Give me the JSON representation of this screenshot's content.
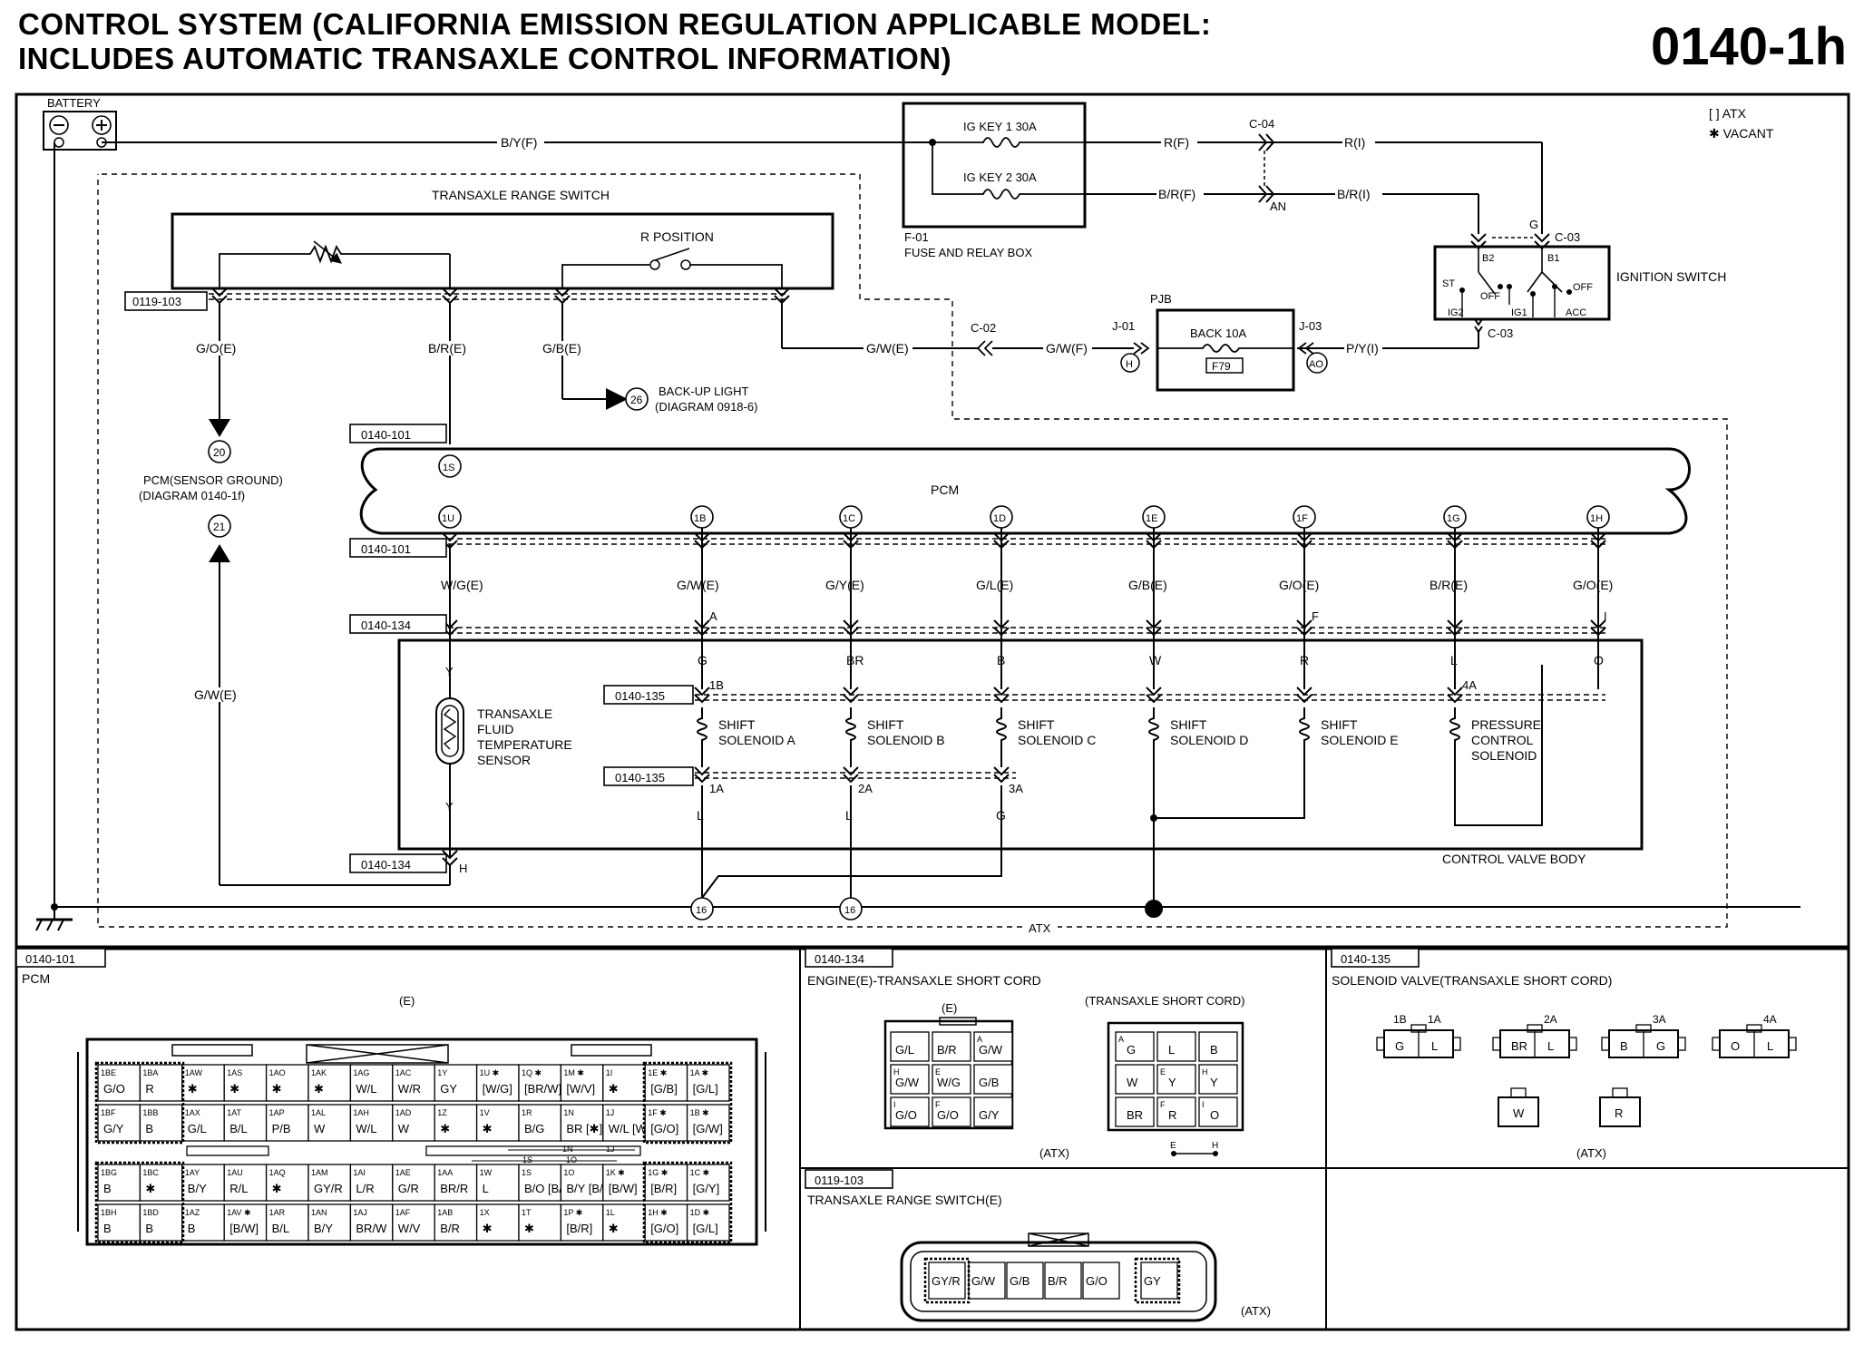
{
  "header": {
    "title_line1": "CONTROL SYSTEM (CALIFORNIA EMISSION REGULATION APPLICABLE MODEL:",
    "title_line2": "INCLUDES AUTOMATIC TRANSAXLE CONTROL INFORMATION)",
    "diagram_number": "0140-1h"
  },
  "legend": {
    "atx": "[ ] ATX",
    "vacant": "✱ VACANT"
  },
  "components": {
    "battery": "BATTERY",
    "tr_switch": "TRANSAXLE RANGE SWITCH",
    "r_position": "R POSITION",
    "ig_key1": "IG KEY 1 30A",
    "ig_key2": "IG KEY 2 30A",
    "fuse_box_id": "F-01",
    "fuse_box": "FUSE AND RELAY BOX",
    "pjb": "PJB",
    "back_fuse": "BACK 10A",
    "f79": "F79",
    "ignition_switch": "IGNITION SWITCH",
    "pcm": "PCM",
    "pcm_ground_1": "PCM(SENSOR GROUND)",
    "pcm_ground_2": "(DIAGRAM 0140-1f)",
    "backup_light_1": "BACK-UP LIGHT",
    "backup_light_2": "(DIAGRAM 0918-6)",
    "tft_sensor": [
      "TRANSAXLE",
      "FLUID",
      "TEMPERATURE",
      "SENSOR"
    ],
    "control_valve_body": "CONTROL VALVE BODY",
    "atx": "ATX"
  },
  "connectors": {
    "c04": "C-04",
    "c02": "C-02",
    "c03": "C-03",
    "j01": "J-01",
    "j03": "J-03",
    "an": "AN",
    "h": "H",
    "ao": "AO",
    "c0119_103": "0119-103",
    "c0140_101": "0140-101",
    "c0140_134": "0140-134",
    "c0140_135": "0140-135"
  },
  "ign_labels": {
    "g": "G",
    "b2": "B2",
    "b1": "B1",
    "st": "ST",
    "ig2": "IG2",
    "ig1": "IG1",
    "acc": "ACC",
    "off1": "OFF",
    "off2": "OFF"
  },
  "wires": {
    "b_y_f": "B/Y(F)",
    "r_f": "R(F)",
    "r_i": "R(I)",
    "b_r_f": "B/R(F)",
    "b_r_i": "B/R(I)",
    "g_o_e": "G/O(E)",
    "b_r_e": "B/R(E)",
    "g_b_e": "G/B(E)",
    "g_w_e": "G/W(E)",
    "g_w_f": "G/W(F)",
    "p_y_i": "P/Y(I)",
    "w_g_e": "W/G(E)",
    "g_w_e2": "G/W(E)",
    "g_w_e_left": "G/W(E)"
  },
  "pcm_terminals": [
    "1S",
    "1U",
    "1B",
    "1C",
    "1D",
    "1E",
    "1F",
    "1G",
    "1H"
  ],
  "pcm_wires": [
    "G/W(E)",
    "G/Y(E)",
    "G/L(E)",
    "G/B(E)",
    "G/O(E)",
    "B/R(E)",
    "G/O(E)"
  ],
  "pins_134": [
    "A",
    "F",
    "I",
    "H"
  ],
  "valve_colors_top": [
    "G",
    "BR",
    "B",
    "W",
    "R",
    "L",
    "O"
  ],
  "solenoids": [
    {
      "l1": "SHIFT",
      "l2": "SOLENOID A"
    },
    {
      "l1": "SHIFT",
      "l2": "SOLENOID B"
    },
    {
      "l1": "SHIFT",
      "l2": "SOLENOID C"
    },
    {
      "l1": "SHIFT",
      "l2": "SOLENOID D"
    },
    {
      "l1": "SHIFT",
      "l2": "SOLENOID E"
    },
    {
      "l1": "PRESSURE",
      "l2": "CONTROL",
      "l3": "SOLENOID"
    }
  ],
  "sol_pins_top": [
    "1B",
    "4A"
  ],
  "sol_pins_bottom": [
    "1A",
    "2A",
    "3A"
  ],
  "valve_colors_bottom": [
    "L",
    "L",
    "G"
  ],
  "sensor_wire": "Y",
  "circle_refs": {
    "r20": "20",
    "r21": "21",
    "r26": "26",
    "r16a": "16",
    "r16b": "16"
  },
  "bottom": {
    "p101": {
      "id": "0140-101",
      "name": "PCM",
      "sub": "(E)"
    },
    "p134": {
      "id": "0140-134",
      "name": "ENGINE(E)-TRANSAXLE SHORT CORD",
      "sub_e": "(E)",
      "sub_tsc": "(TRANSAXLE SHORT CORD)",
      "atx": "(ATX)",
      "e": "E",
      "h": "H"
    },
    "p135": {
      "id": "0140-135",
      "name": "SOLENOID VALVE(TRANSAXLE SHORT CORD)",
      "atx": "(ATX)"
    },
    "p103": {
      "id": "0119-103",
      "name": "TRANSAXLE RANGE SWITCH(E)",
      "atx": "(ATX)"
    }
  },
  "pcm_connector": {
    "top_upper": [
      [
        "1BE",
        "G/O"
      ],
      [
        "1BA",
        "R"
      ],
      [
        "1AW",
        "✱"
      ],
      [
        "1AS",
        "✱"
      ],
      [
        "1AO",
        "✱"
      ],
      [
        "1AK",
        "✱"
      ],
      [
        "1AG",
        "W/L"
      ],
      [
        "1AC",
        "W/R"
      ],
      [
        "1Y",
        "GY"
      ],
      [
        "1U ✱",
        "[W/G]"
      ],
      [
        "1Q ✱",
        "[BR/W]"
      ],
      [
        "1M ✱",
        "[W/V]"
      ],
      [
        "1I",
        "✱"
      ],
      [
        "1E ✱",
        "[G/B]"
      ],
      [
        "1A ✱",
        "[G/L]"
      ]
    ],
    "top_lower": [
      [
        "1BF",
        "G/Y"
      ],
      [
        "1BB",
        "B"
      ],
      [
        "1AX",
        "G/L"
      ],
      [
        "1AT",
        "B/L"
      ],
      [
        "1AP",
        "P/B"
      ],
      [
        "1AL",
        "W"
      ],
      [
        "1AH",
        "W/L"
      ],
      [
        "1AD",
        "W"
      ],
      [
        "1Z",
        "✱"
      ],
      [
        "1V",
        "✱"
      ],
      [
        "1R",
        "B/G"
      ],
      [
        "1N",
        "BR [✱]"
      ],
      [
        "1J",
        "W/L [W/R]"
      ],
      [
        "1F ✱",
        "[G/O]"
      ],
      [
        "1B ✱",
        "[G/W]"
      ]
    ],
    "bot_upper": [
      [
        "1BG",
        "B"
      ],
      [
        "1BC",
        "✱"
      ],
      [
        "1AY",
        "B/Y"
      ],
      [
        "1AU",
        "R/L"
      ],
      [
        "1AQ",
        "✱"
      ],
      [
        "1AM",
        "GY/R"
      ],
      [
        "1AI",
        "L/R"
      ],
      [
        "1AE",
        "G/R"
      ],
      [
        "1AA",
        "BR/R"
      ],
      [
        "1W",
        "L"
      ],
      [
        "1S",
        "B/O [B/R]"
      ],
      [
        "1O",
        "B/Y [B/O]"
      ],
      [
        "1K ✱",
        "[B/W]"
      ],
      [
        "1G ✱",
        "[B/R]"
      ],
      [
        "1C ✱",
        "[G/Y]"
      ]
    ],
    "bot_lower": [
      [
        "1BH",
        "B"
      ],
      [
        "1BD",
        "B"
      ],
      [
        "1AZ",
        "B"
      ],
      [
        "1AV ✱",
        "[B/W]"
      ],
      [
        "1AR",
        "B/L"
      ],
      [
        "1AN",
        "B/Y"
      ],
      [
        "1AJ",
        "BR/W"
      ],
      [
        "1AF",
        "W/V"
      ],
      [
        "1AB",
        "B/R"
      ],
      [
        "1X",
        "✱"
      ],
      [
        "1T",
        "✱"
      ],
      [
        "1P ✱",
        "[B/R]"
      ],
      [
        "1L",
        "✱"
      ],
      [
        "1H ✱",
        "[G/O]"
      ],
      [
        "1D ✱",
        "[G/L]"
      ]
    ],
    "mid_labels": [
      "1N",
      "1J",
      "1S",
      "1O"
    ]
  },
  "c134_e": [
    [
      "",
      "G/L"
    ],
    [
      "",
      "B/R"
    ],
    [
      "A",
      "G/W"
    ],
    [
      "H",
      "G/W"
    ],
    [
      "E",
      "W/G"
    ],
    [
      "",
      "G/B"
    ],
    [
      "I",
      "G/O"
    ],
    [
      "F",
      "G/O"
    ],
    [
      "",
      "G/Y"
    ]
  ],
  "c134_t": [
    [
      "A",
      "G"
    ],
    [
      "",
      "L"
    ],
    [
      "",
      "B"
    ],
    [
      "",
      "W"
    ],
    [
      "E",
      "Y"
    ],
    [
      "H",
      "Y"
    ],
    [
      "",
      "BR"
    ],
    [
      "F",
      "R"
    ],
    [
      "I",
      "O"
    ]
  ],
  "c135": [
    {
      "pins": [
        "1B",
        "1A"
      ],
      "cells": [
        "G",
        "L"
      ]
    },
    {
      "pins": [
        "2A"
      ],
      "cells": [
        "BR",
        "L"
      ]
    },
    {
      "pins": [
        "3A"
      ],
      "cells": [
        "B",
        "G"
      ]
    },
    {
      "pins": [
        "4A"
      ],
      "cells": [
        "O",
        "L"
      ]
    }
  ],
  "c135_single": [
    "W",
    "R"
  ],
  "c103": [
    "GY/R",
    "G/W",
    "G/B",
    "B/R",
    "G/O",
    "GY"
  ]
}
